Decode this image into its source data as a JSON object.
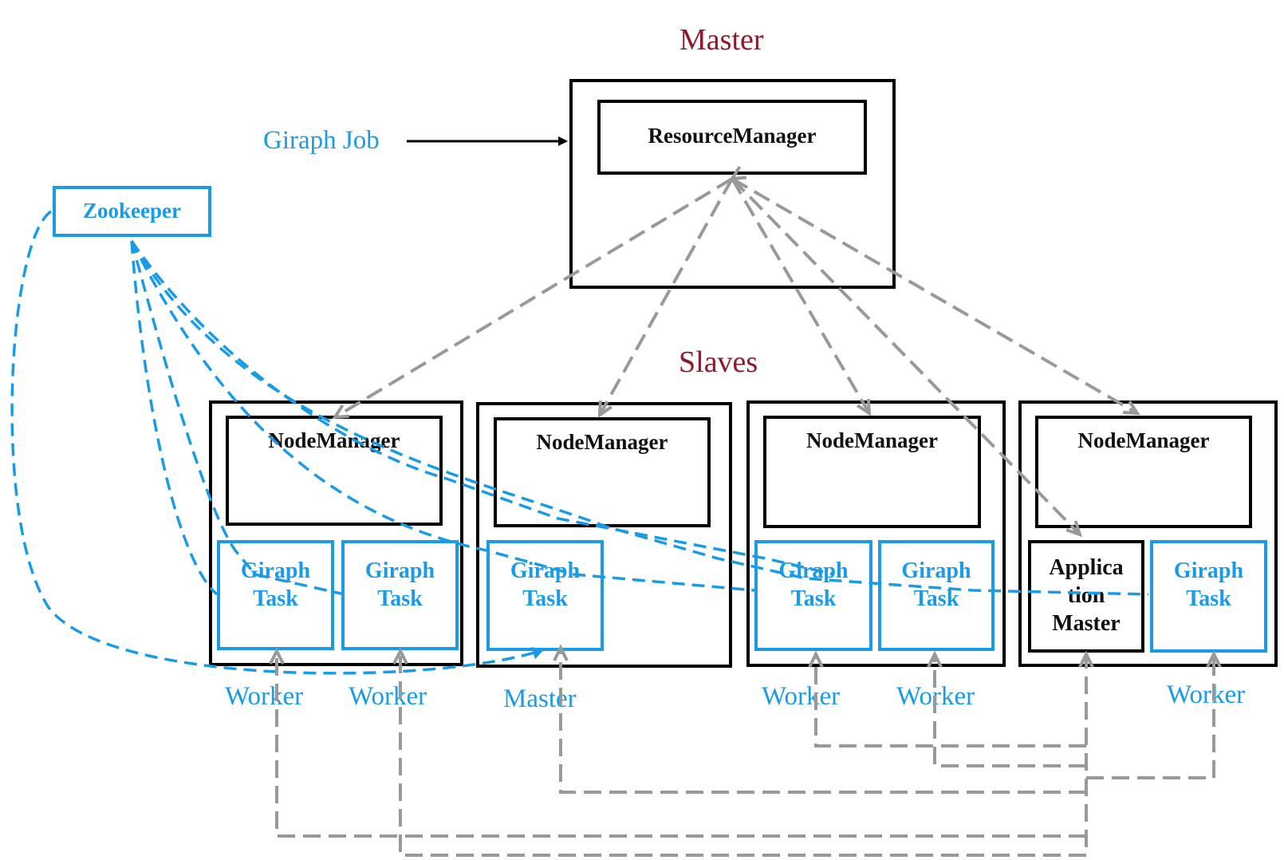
{
  "titles": {
    "master": "Master",
    "slaves": "Slaves"
  },
  "giraph_job": "Giraph Job",
  "zookeeper": "Zookeeper",
  "resource_manager": "ResourceManager",
  "node_manager": "NodeManager",
  "giraph_task": {
    "line1": "Giraph",
    "line2": "Task"
  },
  "application_master": {
    "line1": "Applica",
    "line2": "tion",
    "line3": "Master"
  },
  "role_labels": {
    "worker": "Worker",
    "master": "Master"
  },
  "colors": {
    "black": "#000000",
    "blue": "#1a9be6",
    "gray": "#999999",
    "maroon": "#8b1a2b"
  }
}
